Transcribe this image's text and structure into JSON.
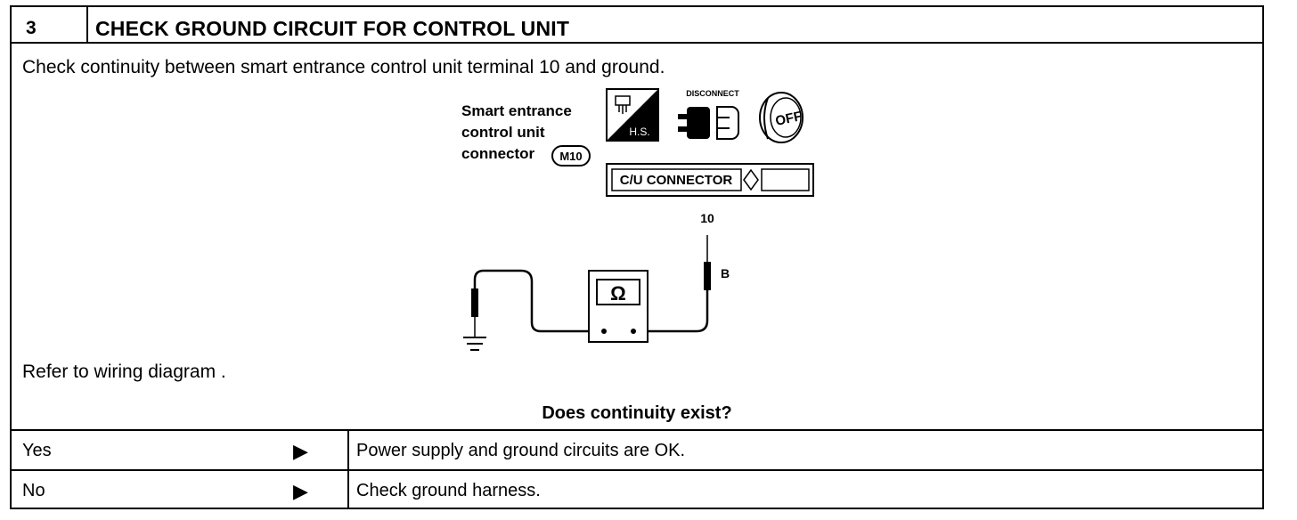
{
  "step": {
    "number": "3",
    "title": "CHECK GROUND CIRCUIT FOR CONTROL UNIT"
  },
  "instruction": "Check continuity between smart entrance control unit terminal 10 and ground.",
  "diagram": {
    "connector_label": [
      "Smart entrance",
      "control unit",
      "connector"
    ],
    "connector_code": "M10",
    "icon_hs": "H.S.",
    "icon_disconnect": "DISCONNECT",
    "icon_off": "OFF",
    "cu_connector": "C/U CONNECTOR",
    "terminal": "10",
    "wire_color": "B",
    "meter_symbol": "Ω"
  },
  "reference": "Refer to wiring diagram .",
  "question": "Does continuity exist?",
  "results": [
    {
      "answer": "Yes",
      "arrow": "▶",
      "action": "Power supply and ground circuits are OK."
    },
    {
      "answer": "No",
      "arrow": "▶",
      "action": "Check ground harness."
    }
  ]
}
